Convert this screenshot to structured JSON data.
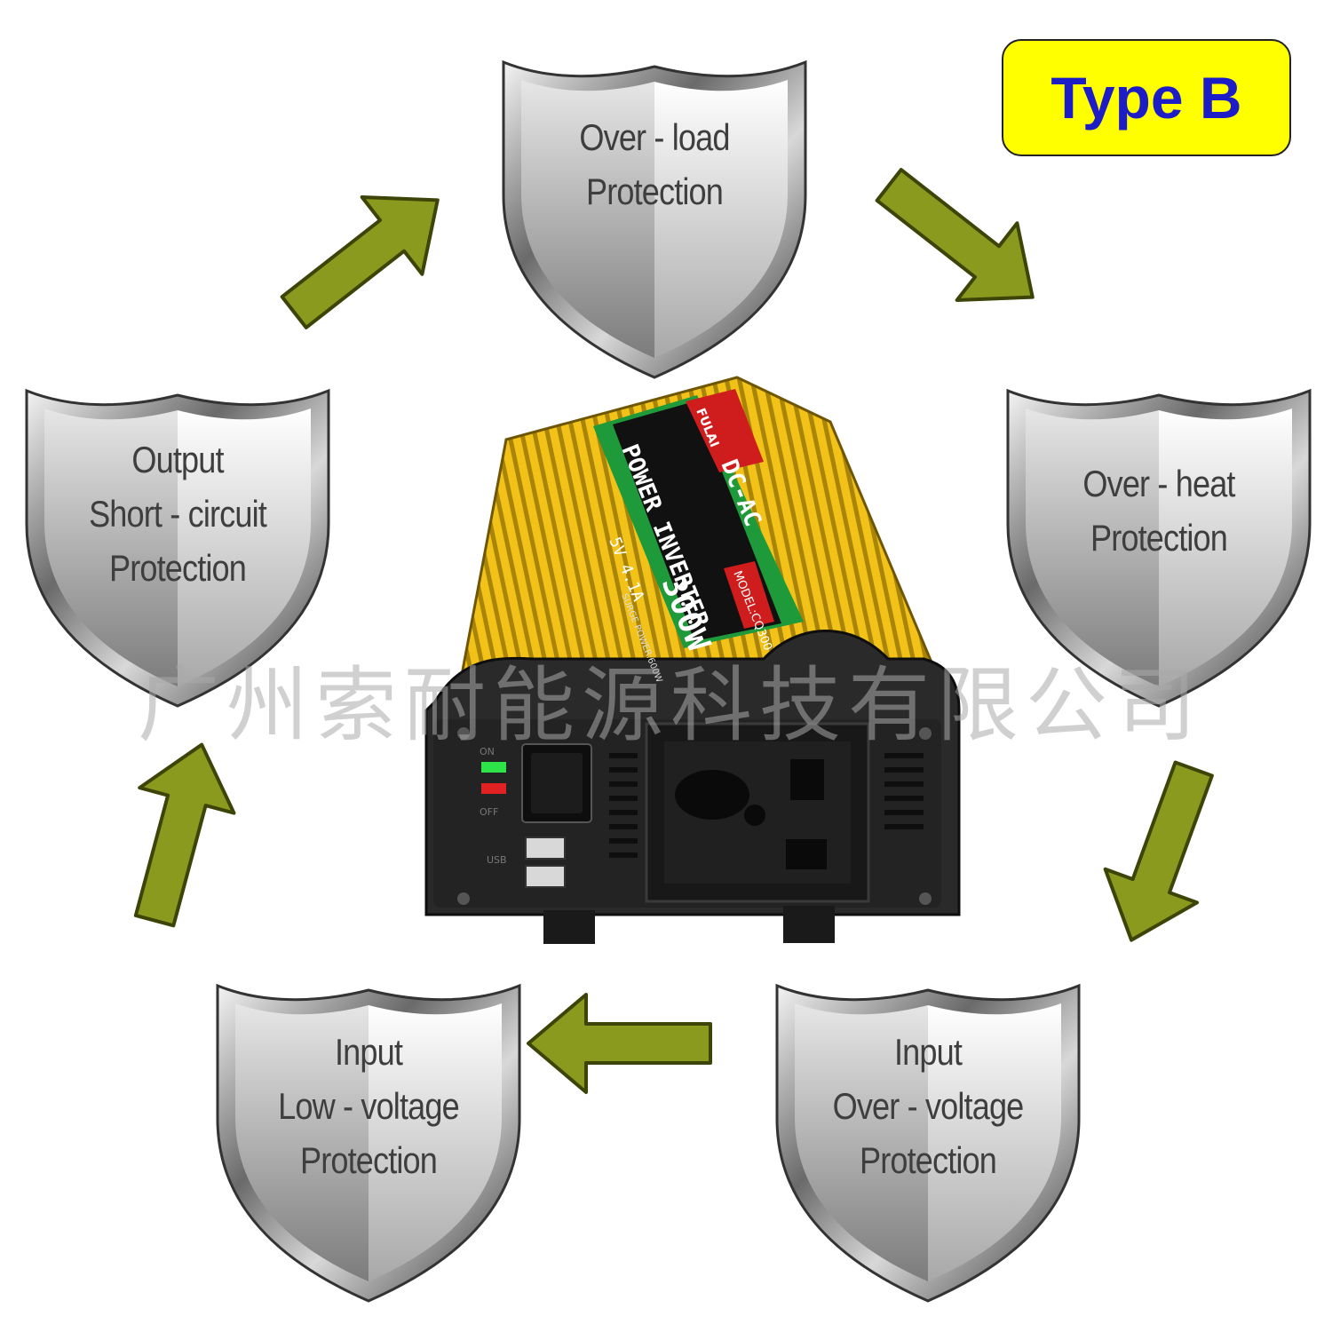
{
  "badge": {
    "label": "Type B",
    "background": "#ffff00",
    "text_color": "#1d1dc8"
  },
  "shields": [
    {
      "id": "over-load",
      "lines": [
        "Over - load",
        "Protection"
      ]
    },
    {
      "id": "over-heat",
      "lines": [
        "Over - heat",
        "Protection"
      ]
    },
    {
      "id": "input-over-voltage",
      "lines": [
        "Input",
        "Over - voltage",
        "Protection"
      ]
    },
    {
      "id": "input-low-voltage",
      "lines": [
        "Input",
        "Low - voltage",
        "Protection"
      ]
    },
    {
      "id": "output-short-circuit",
      "lines": [
        "Output",
        "Short - circuit",
        "Protection"
      ]
    }
  ],
  "product": {
    "brand": "FULAI",
    "title": "POWER INVERTER",
    "power": "300W",
    "mode": "DC-AC",
    "model": "MODEL:CQ300",
    "usb": "5V 4.1A",
    "surge": "SURGE POWER:600W",
    "switch_on": "ON",
    "switch_off": "OFF",
    "usb_label": "USB",
    "body_color": "#f2c218",
    "label_green": "#1f9a3a"
  },
  "arrows": {
    "color": "#8a9a1e"
  },
  "watermark": "广州索耐能源科技有限公司"
}
